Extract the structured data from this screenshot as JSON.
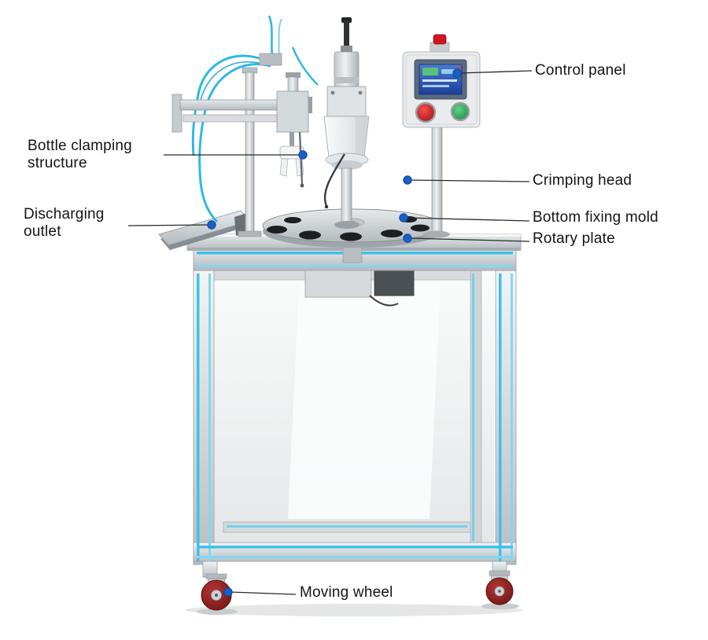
{
  "labels": {
    "control_panel": "Control panel",
    "bottle_clamping_structure": "Bottle clamping structure",
    "crimping_head": "Crimping head",
    "discharging_outlet": "Discharging outlet",
    "bottom_fixing_mold": "Bottom fixing mold",
    "rotary_plate": "Rotary plate",
    "moving_wheel": "Moving wheel"
  },
  "colors": {
    "background": "#ffffff",
    "label_text": "#141414",
    "callout_line": "#2a2a2a",
    "callout_dot": "#1760c8",
    "machine_accent_cyan": "#3cc2ea",
    "air_tube_blue": "#2eb8e6",
    "button_red": "#cf1620",
    "button_green": "#2fae57",
    "emergency_button_red": "#cf1620",
    "wheel_red": "#8e1f1f",
    "screen_blue": "#2a55c8"
  }
}
